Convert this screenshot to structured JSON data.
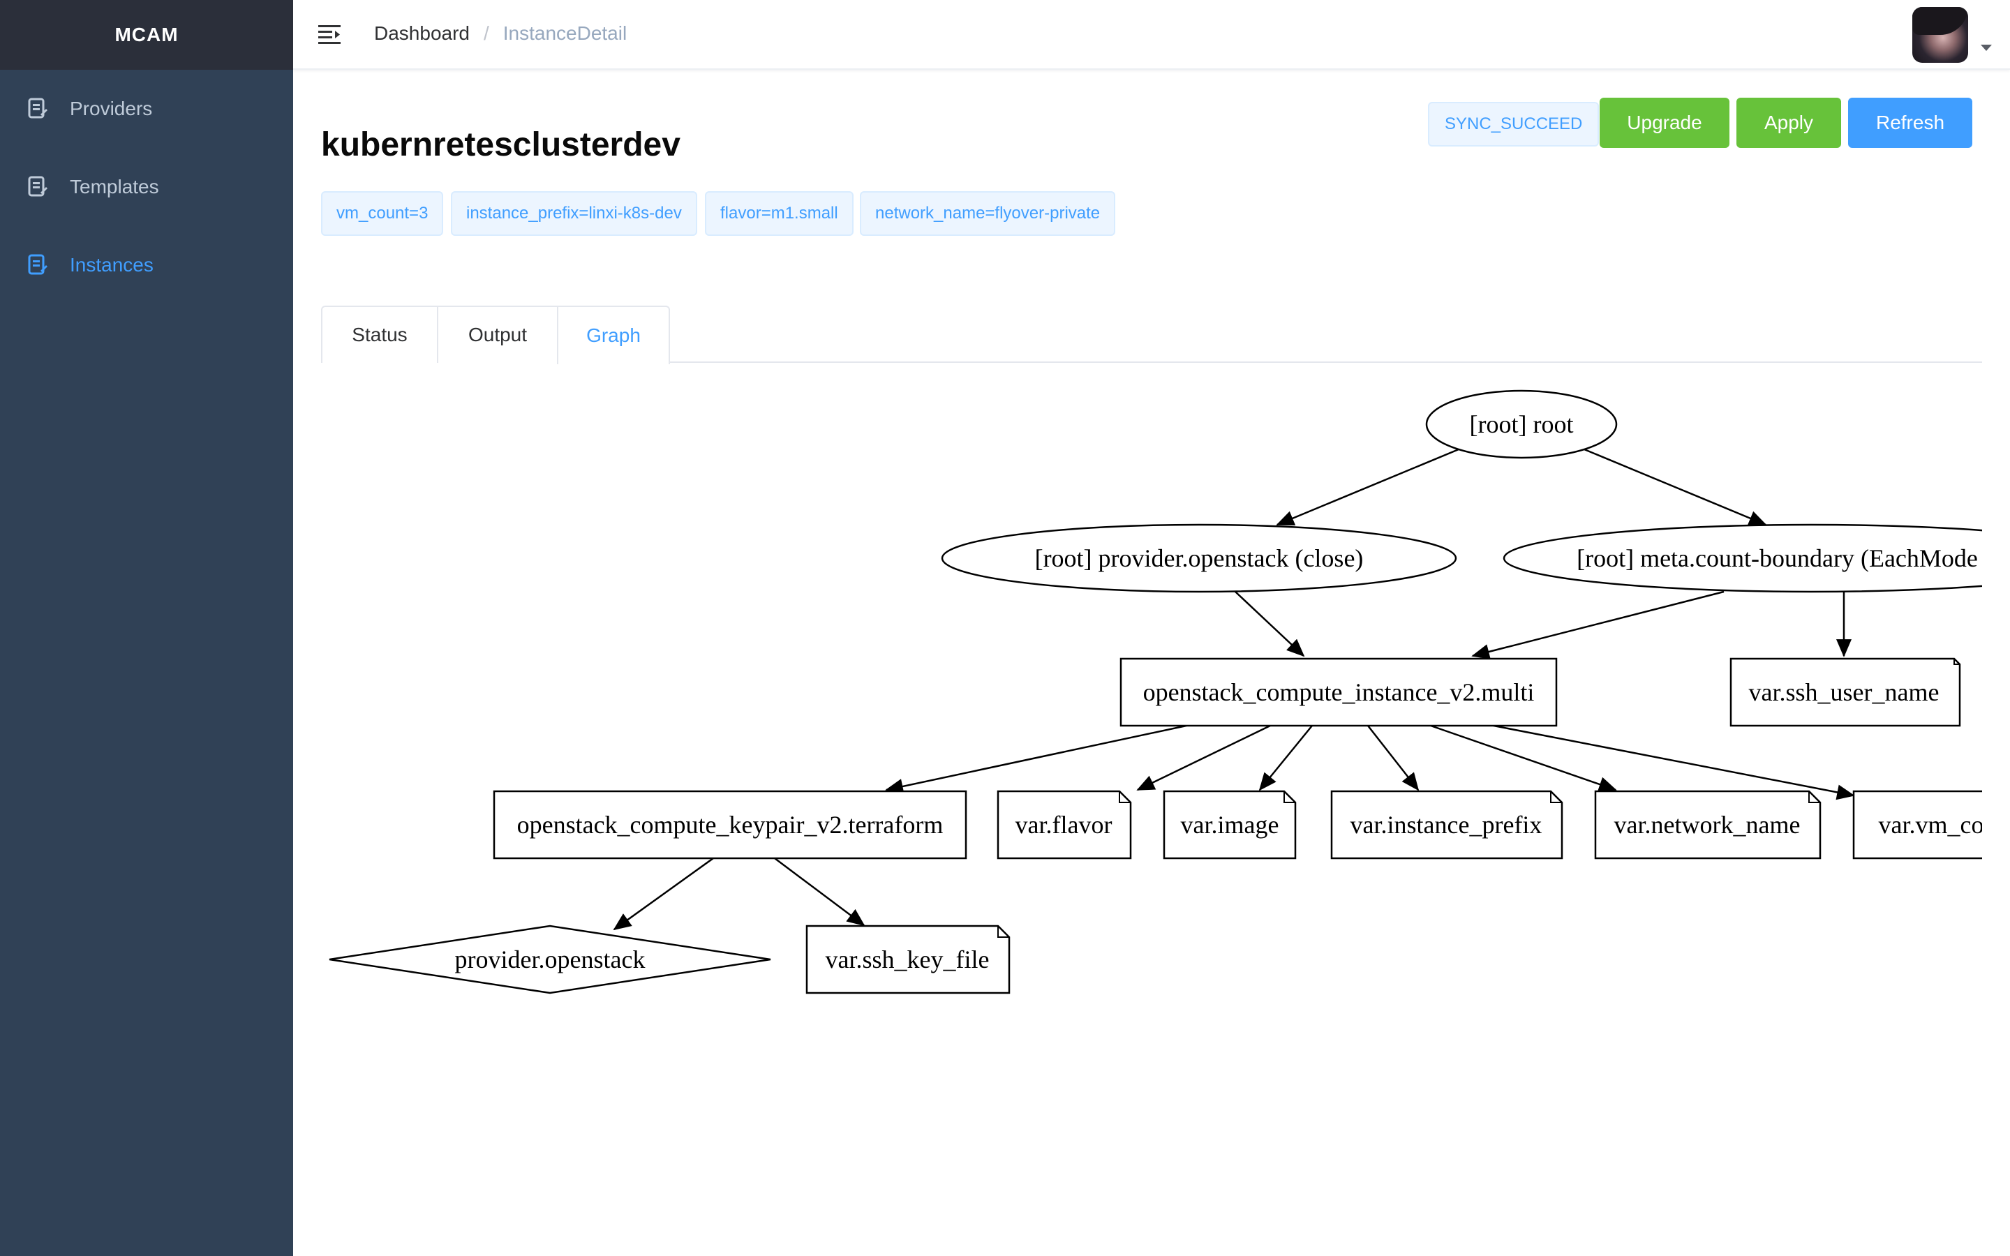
{
  "sidebar": {
    "logo": "MCAM",
    "items": [
      {
        "label": "Providers",
        "icon": "document-edit-icon",
        "active": false
      },
      {
        "label": "Templates",
        "icon": "document-edit-icon",
        "active": false
      },
      {
        "label": "Instances",
        "icon": "document-edit-icon",
        "active": true
      }
    ]
  },
  "header": {
    "breadcrumb": {
      "home": "Dashboard",
      "separator": "/",
      "current": "InstanceDetail"
    }
  },
  "instance": {
    "name": "kubernretesclusterdev",
    "status": "SYNC_SUCCEED",
    "variables": [
      "vm_count=3",
      "instance_prefix=linxi-k8s-dev",
      "flavor=m1.small",
      "network_name=flyover-private"
    ]
  },
  "actions": {
    "upgrade": "Upgrade",
    "apply": "Apply",
    "refresh": "Refresh"
  },
  "tabs": [
    {
      "label": "Status",
      "active": false
    },
    {
      "label": "Output",
      "active": false
    },
    {
      "label": "Graph",
      "active": true
    }
  ],
  "graph": {
    "nodes": {
      "root": "[root] root",
      "provider_close": "[root] provider.openstack (close)",
      "meta_count": "[root] meta.count-boundary (EachMode fixup)",
      "instance": "openstack_compute_instance_v2.multi",
      "ssh_user": "var.ssh_user_name",
      "keypair": "openstack_compute_keypair_v2.terraform",
      "flavor": "var.flavor",
      "image": "var.image",
      "prefix": "var.instance_prefix",
      "network": "var.network_name",
      "vmcount": "var.vm_count",
      "provider": "provider.openstack",
      "sshkey": "var.ssh_key_file"
    }
  },
  "colors": {
    "sidebar_bg": "#304156",
    "logo_bg": "#2b2f3a",
    "accent": "#409eff",
    "success": "#67c23a"
  }
}
